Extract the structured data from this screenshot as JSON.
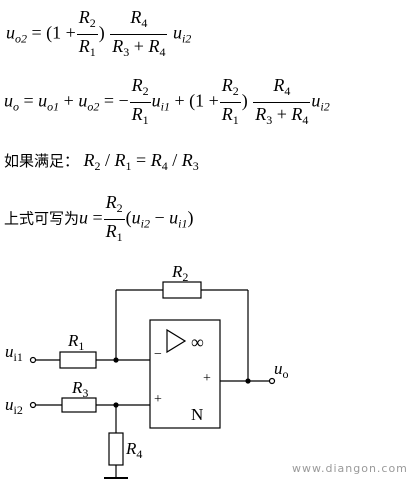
{
  "equations": {
    "eq1": {
      "lhs": "u",
      "lhs_sub": "o2",
      "open": "= (1 +",
      "n1": "R",
      "n1s": "2",
      "d1": "R",
      "d1s": "1",
      "close": ")",
      "n2": "R",
      "n2s": "4",
      "d2a": "R",
      "d2as": "3",
      "plus": "+",
      "d2b": "R",
      "d2bs": "4",
      "tail": "u",
      "tail_sub": "i2"
    },
    "eq2": {
      "lhs": "u",
      "lhs_sub": "o",
      "eqs": "=",
      "a": "u",
      "a_sub": "o1",
      "plus1": "+",
      "b": "u",
      "b_sub": "o2",
      "eqs2": "= −",
      "n1": "R",
      "n1s": "2",
      "d1": "R",
      "d1s": "1",
      "u1": "u",
      "u1s": "i1",
      "plus2": "+ (1 +",
      "n2": "R",
      "n2s": "2",
      "d2": "R",
      "d2s": "1",
      "close": ")",
      "n3": "R",
      "n3s": "4",
      "d3a": "R",
      "d3as": "3",
      "plus3": "+",
      "d3b": "R",
      "d3bs": "4",
      "u2": "u",
      "u2s": "i2"
    },
    "cond": {
      "label": "如果满足：",
      "a": "R",
      "as": "2",
      "s1": "/",
      "b": "R",
      "bs": "1",
      "eq": "=",
      "c": "R",
      "cs": "4",
      "s2": "/",
      "d": "R",
      "ds": "3"
    },
    "result": {
      "label": "上式可写为",
      "u": "u",
      "eq": "=",
      "n": "R",
      "ns": "2",
      "d": "R",
      "ds": "1",
      "open": "(",
      "a": "u",
      "as": "i2",
      "minus": "−",
      "b": "u",
      "bs": "i1",
      "close": ")"
    }
  },
  "circuit": {
    "r1": "R",
    "r1s": "1",
    "r2": "R",
    "r2s": "2",
    "r3": "R",
    "r3s": "3",
    "r4": "R",
    "r4s": "4",
    "in1": "u",
    "in1s": "i1",
    "in2": "u",
    "in2s": "i2",
    "out": "u",
    "outs": "o",
    "inf": "∞",
    "minus": "−",
    "plus_in": "+",
    "plus_out": "+",
    "n": "N"
  },
  "watermark": "www.diangon.com"
}
